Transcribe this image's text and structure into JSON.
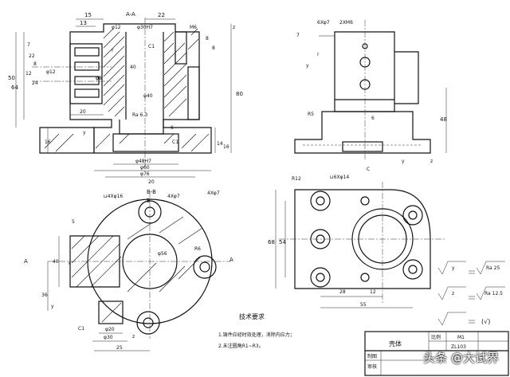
{
  "views": {
    "front": {
      "section_label": "A-A",
      "dims": [
        "15",
        "13",
        "22",
        "φ12",
        "φ30H7",
        "M6",
        "7",
        "8",
        "8",
        "C1",
        "40",
        "φ40",
        "Ra 6.3",
        "22",
        "8",
        "12",
        "24",
        "φ12",
        "φ8",
        "50",
        "64",
        "20",
        "16",
        "6",
        "φ48H7",
        "φ60",
        "φ76",
        "20",
        "C1",
        "14",
        "16",
        "80",
        "z",
        "y",
        "r"
      ]
    },
    "side": {
      "dims": [
        "6Xφ7",
        "2XM6",
        "7",
        "r",
        "y",
        "R5",
        "6",
        "48",
        "y",
        "z"
      ]
    },
    "bb": {
      "section_label": "B-B",
      "dims": [
        "⊔4Xφ16",
        "4Xφ7",
        "B",
        "5",
        "A",
        "A",
        "40",
        "36",
        "φ56",
        "R6",
        "r",
        "y",
        "C1",
        "φ20",
        "φ30",
        "z",
        "25",
        "4Xφ7"
      ]
    },
    "plan": {
      "dims": [
        "R12",
        "⊔6Xφ14",
        "C",
        "68",
        "54",
        "28",
        "12",
        "55"
      ]
    }
  },
  "surface_symbols": {
    "rows": [
      {
        "sym": "y",
        "val": "Ra 25"
      },
      {
        "sym": "z",
        "val": "Ra 12.5"
      },
      {
        "sym": "",
        "val": "(√)"
      }
    ]
  },
  "notes": {
    "title": "技术要求",
    "lines": [
      "1.铸件应经时效处理，消除内应力；",
      "2.未注圆角R1~R3。"
    ]
  },
  "title_block": {
    "part_name": "壳体",
    "scale_label": "比例",
    "scale_value": "M1",
    "material_value": "ZL103",
    "row_labels": [
      "制图",
      "审核"
    ]
  },
  "watermark": "头条 @大试界"
}
